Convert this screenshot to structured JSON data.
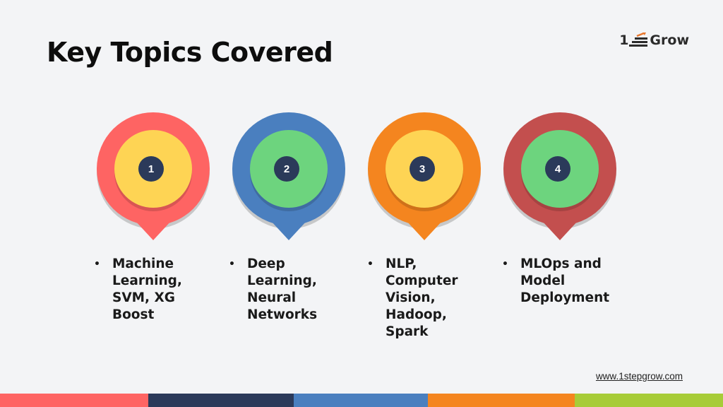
{
  "page": {
    "title": "Key Topics Covered",
    "website": "www.1stepgrow.com"
  },
  "logo": {
    "prefix": "1",
    "text": "Grow"
  },
  "topics": [
    {
      "number": "1",
      "label": "Machine Learning, SVM, XG Boost",
      "outer_color": "#fe6463",
      "inner_color": "#fed454"
    },
    {
      "number": "2",
      "label": "Deep Learning, Neural Networks",
      "outer_color": "#4a7fbf",
      "inner_color": "#6dd47e"
    },
    {
      "number": "3",
      "label": "NLP, Computer Vision, Hadoop, Spark",
      "outer_color": "#f4851f",
      "inner_color": "#fed454"
    },
    {
      "number": "4",
      "label": "MLOps and Model Deployment",
      "outer_color": "#c34f4e",
      "inner_color": "#6dd47e"
    }
  ],
  "bullet_symbol": "•",
  "bottom_bar_colors": [
    "#fe6463",
    "#2b3a5a",
    "#4a7fbf",
    "#f4851f",
    "#a7cc38"
  ],
  "icons": [
    "stairs-logo-icon",
    "map-pin-icon"
  ]
}
